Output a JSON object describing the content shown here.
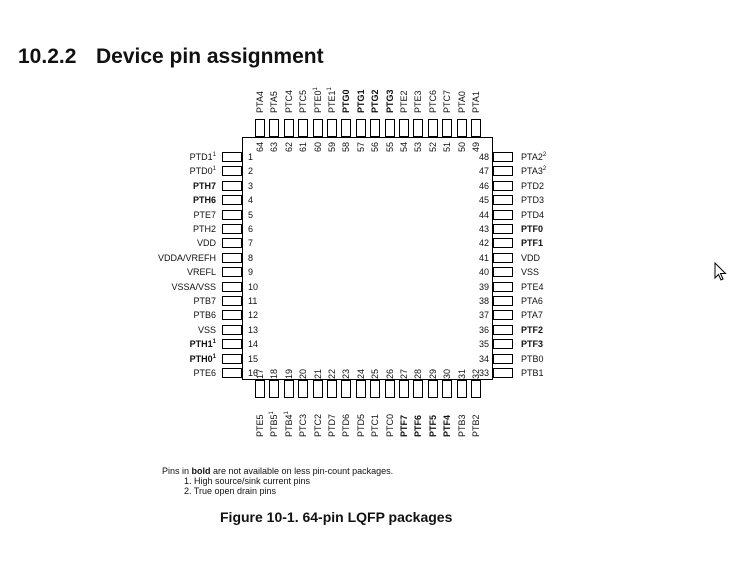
{
  "section": {
    "number": "10.2.2",
    "title": "Device pin assignment"
  },
  "left_pins": [
    {
      "num": "1",
      "name": "PTD1",
      "sup": "1",
      "bold": false
    },
    {
      "num": "2",
      "name": "PTD0",
      "sup": "1",
      "bold": false
    },
    {
      "num": "3",
      "name": "PTH7",
      "sup": "",
      "bold": true
    },
    {
      "num": "4",
      "name": "PTH6",
      "sup": "",
      "bold": true
    },
    {
      "num": "5",
      "name": "PTE7",
      "sup": "",
      "bold": false
    },
    {
      "num": "6",
      "name": "PTH2",
      "sup": "",
      "bold": false
    },
    {
      "num": "7",
      "name": "VDD",
      "sup": "",
      "bold": false
    },
    {
      "num": "8",
      "name": "VDDA/VREFH",
      "sup": "",
      "bold": false
    },
    {
      "num": "9",
      "name": "VREFL",
      "sup": "",
      "bold": false
    },
    {
      "num": "10",
      "name": "VSSA/VSS",
      "sup": "",
      "bold": false
    },
    {
      "num": "11",
      "name": "PTB7",
      "sup": "",
      "bold": false
    },
    {
      "num": "12",
      "name": "PTB6",
      "sup": "",
      "bold": false
    },
    {
      "num": "13",
      "name": "VSS",
      "sup": "",
      "bold": false
    },
    {
      "num": "14",
      "name": "PTH1",
      "sup": "1",
      "bold": true
    },
    {
      "num": "15",
      "name": "PTH0",
      "sup": "1",
      "bold": true
    },
    {
      "num": "16",
      "name": "PTE6",
      "sup": "",
      "bold": false
    }
  ],
  "right_pins": [
    {
      "num": "48",
      "name": "PTA2",
      "sup": "2",
      "bold": false
    },
    {
      "num": "47",
      "name": "PTA3",
      "sup": "2",
      "bold": false
    },
    {
      "num": "46",
      "name": "PTD2",
      "sup": "",
      "bold": false
    },
    {
      "num": "45",
      "name": "PTD3",
      "sup": "",
      "bold": false
    },
    {
      "num": "44",
      "name": "PTD4",
      "sup": "",
      "bold": false
    },
    {
      "num": "43",
      "name": "PTF0",
      "sup": "",
      "bold": true
    },
    {
      "num": "42",
      "name": "PTF1",
      "sup": "",
      "bold": true
    },
    {
      "num": "41",
      "name": "VDD",
      "sup": "",
      "bold": false
    },
    {
      "num": "40",
      "name": "VSS",
      "sup": "",
      "bold": false
    },
    {
      "num": "39",
      "name": "PTE4",
      "sup": "",
      "bold": false
    },
    {
      "num": "38",
      "name": "PTA6",
      "sup": "",
      "bold": false
    },
    {
      "num": "37",
      "name": "PTA7",
      "sup": "",
      "bold": false
    },
    {
      "num": "36",
      "name": "PTF2",
      "sup": "",
      "bold": true
    },
    {
      "num": "35",
      "name": "PTF3",
      "sup": "",
      "bold": true
    },
    {
      "num": "34",
      "name": "PTB0",
      "sup": "",
      "bold": false
    },
    {
      "num": "33",
      "name": "PTB1",
      "sup": "",
      "bold": false
    }
  ],
  "top_pins": [
    {
      "num": "64",
      "name": "PTA4",
      "sup": "",
      "bold": false
    },
    {
      "num": "63",
      "name": "PTA5",
      "sup": "",
      "bold": false
    },
    {
      "num": "62",
      "name": "PTC4",
      "sup": "",
      "bold": false
    },
    {
      "num": "61",
      "name": "PTC5",
      "sup": "",
      "bold": false
    },
    {
      "num": "60",
      "name": "PTE0",
      "sup": "1",
      "bold": false
    },
    {
      "num": "59",
      "name": "PTE1",
      "sup": "1",
      "bold": false
    },
    {
      "num": "58",
      "name": "PTG0",
      "sup": "",
      "bold": true
    },
    {
      "num": "57",
      "name": "PTG1",
      "sup": "",
      "bold": true
    },
    {
      "num": "56",
      "name": "PTG2",
      "sup": "",
      "bold": true
    },
    {
      "num": "55",
      "name": "PTG3",
      "sup": "",
      "bold": true
    },
    {
      "num": "54",
      "name": "PTE2",
      "sup": "",
      "bold": false
    },
    {
      "num": "53",
      "name": "PTE3",
      "sup": "",
      "bold": false
    },
    {
      "num": "52",
      "name": "PTC6",
      "sup": "",
      "bold": false
    },
    {
      "num": "51",
      "name": "PTC7",
      "sup": "",
      "bold": false
    },
    {
      "num": "50",
      "name": "PTA0",
      "sup": "",
      "bold": false
    },
    {
      "num": "49",
      "name": "PTA1",
      "sup": "",
      "bold": false
    }
  ],
  "bottom_pins": [
    {
      "num": "17",
      "name": "PTE5",
      "sup": "",
      "bold": false
    },
    {
      "num": "18",
      "name": "PTB5",
      "sup": "1",
      "bold": false
    },
    {
      "num": "19",
      "name": "PTB4",
      "sup": "1",
      "bold": false
    },
    {
      "num": "20",
      "name": "PTC3",
      "sup": "",
      "bold": false
    },
    {
      "num": "21",
      "name": "PTC2",
      "sup": "",
      "bold": false
    },
    {
      "num": "22",
      "name": "PTD7",
      "sup": "",
      "bold": false
    },
    {
      "num": "23",
      "name": "PTD6",
      "sup": "",
      "bold": false
    },
    {
      "num": "24",
      "name": "PTD5",
      "sup": "",
      "bold": false
    },
    {
      "num": "25",
      "name": "PTC1",
      "sup": "",
      "bold": false
    },
    {
      "num": "26",
      "name": "PTC0",
      "sup": "",
      "bold": false
    },
    {
      "num": "27",
      "name": "PTF7",
      "sup": "",
      "bold": true
    },
    {
      "num": "28",
      "name": "PTF6",
      "sup": "",
      "bold": true
    },
    {
      "num": "29",
      "name": "PTF5",
      "sup": "",
      "bold": true
    },
    {
      "num": "30",
      "name": "PTF4",
      "sup": "",
      "bold": true
    },
    {
      "num": "31",
      "name": "PTB3",
      "sup": "",
      "bold": false
    },
    {
      "num": "32",
      "name": "PTB2",
      "sup": "",
      "bold": false
    }
  ],
  "footnote": {
    "pre": "Pins in ",
    "bold_word": "bold",
    "post": " are not available on less pin-count packages.",
    "notes": [
      "1. High source/sink current pins",
      "2. True open drain pins"
    ]
  },
  "caption": "Figure 10-1. 64-pin LQFP packages"
}
